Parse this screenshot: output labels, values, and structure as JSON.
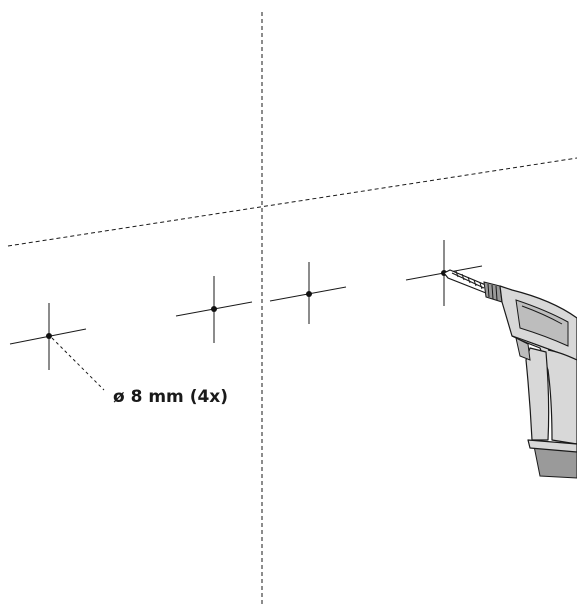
{
  "annotation": {
    "hole_spec": "ø 8 mm (4x)"
  },
  "hole_marks": [
    {
      "id": "hole-1"
    },
    {
      "id": "hole-2"
    },
    {
      "id": "hole-3"
    },
    {
      "id": "hole-4"
    }
  ],
  "icons": {
    "drill": "power-drill-icon"
  },
  "colors": {
    "line": "#1a1a1a",
    "drill_body": "#d8d8d8",
    "drill_shade": "#bdbdbd"
  }
}
